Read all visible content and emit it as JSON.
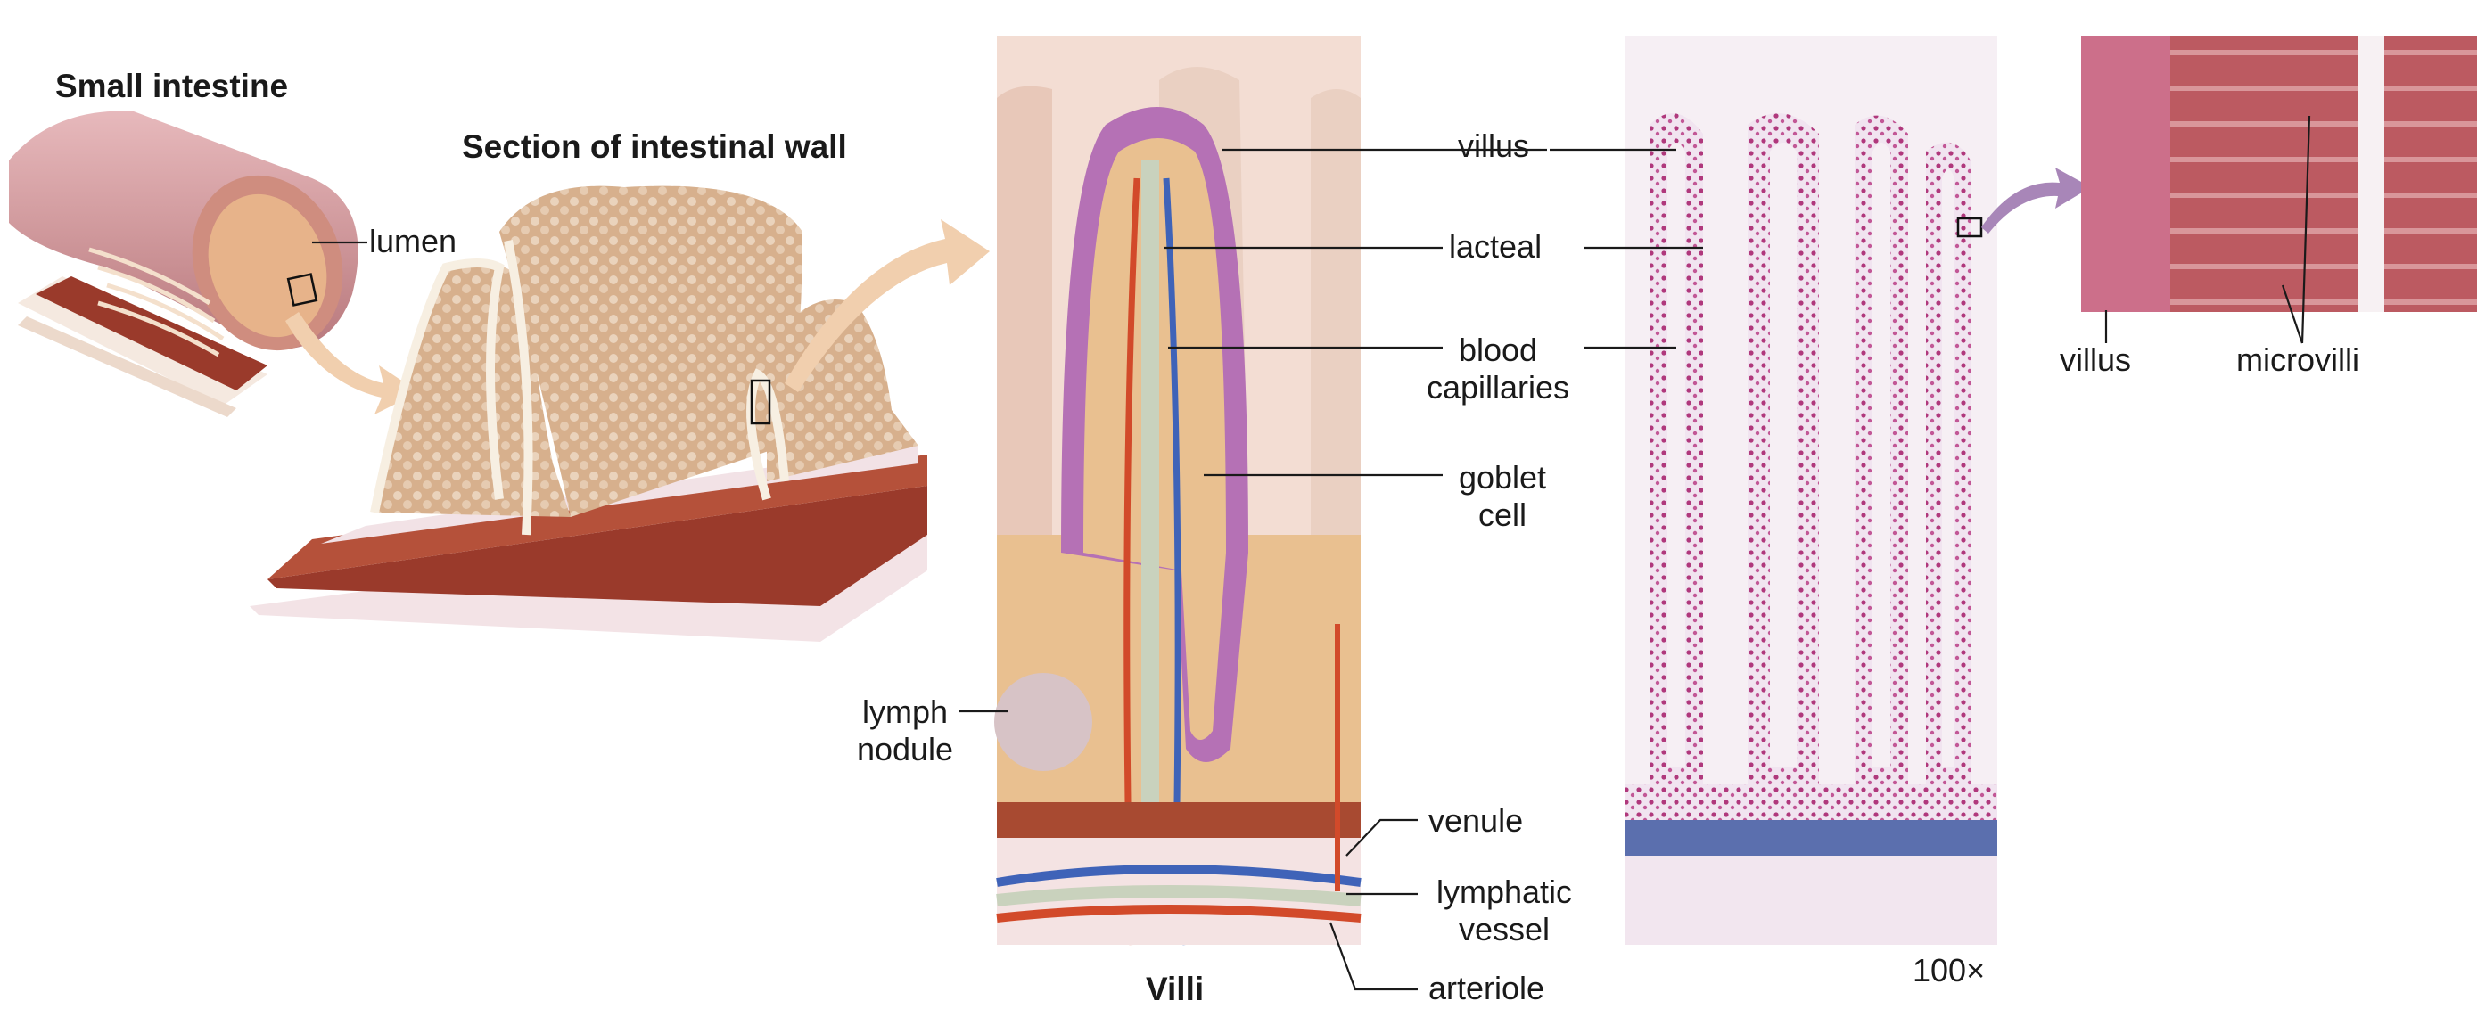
{
  "titles": {
    "small_intestine": "Small intestine",
    "section": "Section of intestinal wall",
    "villi": "Villi"
  },
  "labels": {
    "lumen": "lumen",
    "villus": "villus",
    "lacteal": "lacteal",
    "blood_capillaries": "blood\ncapillaries",
    "goblet_cell": "goblet\ncell",
    "lymph_nodule": "lymph\nnodule",
    "venule": "venule",
    "lymphatic_vessel": "lymphatic\nvessel",
    "arteriole": "arteriole",
    "micro_villus": "villus",
    "microvilli": "microvilli"
  },
  "magnification": "100×",
  "colors": {
    "intestine_outer": "#c98a8d",
    "intestine_inner": "#e7b38a",
    "muscle": "#9a3a2b",
    "tissue_tan": "#e7c59b",
    "epithelium_purple": "#b571b5",
    "lacteal_green": "#c9d2bd",
    "artery_red": "#d24a2a",
    "vein_blue": "#3f63b8",
    "histology_magenta": "#b6397f",
    "micrograph_red": "#b34b55",
    "arrow_tan": "#f1cfae",
    "arrow_purple": "#a886b8"
  }
}
